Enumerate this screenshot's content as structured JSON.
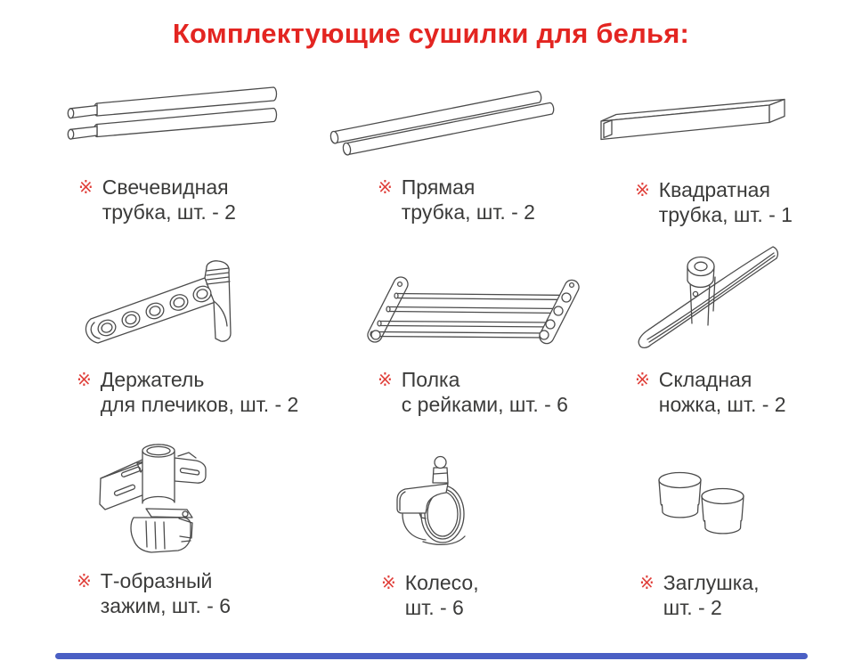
{
  "page": {
    "title": "Комплектующие сушилки для белья:",
    "title_color": "#e32521",
    "mark_glyph": "※",
    "mark_color": "#e0403b",
    "text_color": "#3b3b3a",
    "line_color": "#4c4c4c",
    "footer_bar_color": "#4a5fc4",
    "background": "#ffffff"
  },
  "items": [
    {
      "id": "candle-tube",
      "line1": "Свечевидная",
      "line2": "трубка, шт. - 2"
    },
    {
      "id": "straight-tube",
      "line1": "Прямая",
      "line2": "трубка, шт. - 2"
    },
    {
      "id": "square-tube",
      "line1": "Квадратная",
      "line2": "трубка, шт. - 1"
    },
    {
      "id": "hanger-holder",
      "line1": "Держатель",
      "line2": "для плечиков, шт. - 2"
    },
    {
      "id": "rail-shelf",
      "line1": "Полка",
      "line2": "с рейками, шт. - 6"
    },
    {
      "id": "folding-leg",
      "line1": "Складная",
      "line2": "ножка, шт. - 2"
    },
    {
      "id": "t-clamp",
      "line1": "Т-образный",
      "line2": "зажим, шт. - 6"
    },
    {
      "id": "wheel",
      "line1": "Колесо,",
      "line2": "шт. - 6"
    },
    {
      "id": "cap",
      "line1": "Заглушка,",
      "line2": "шт. - 2"
    }
  ]
}
